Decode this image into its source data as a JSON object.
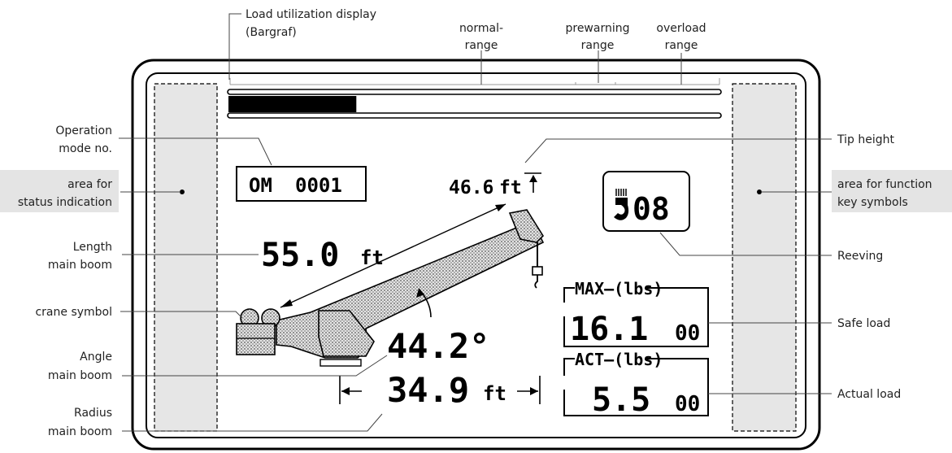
{
  "annotations": {
    "load_utilization_line1": "Load utilization display",
    "load_utilization_line2": "(Bargraf)",
    "normal_line1": "normal-",
    "normal_line2": "range",
    "prewarning_line1": "prewarning",
    "prewarning_line2": "range",
    "overload_line1": "overload",
    "overload_line2": "range",
    "operation_mode_line1": "Operation",
    "operation_mode_line2": "mode no.",
    "status_area_line1": "area for",
    "status_area_line2": "status indication",
    "length_line1": "Length",
    "length_line2": "main boom",
    "crane_symbol": "crane symbol",
    "angle_line1": "Angle",
    "angle_line2": "main boom",
    "radius_line1": "Radius",
    "radius_line2": "main boom",
    "tip_height": "Tip height",
    "function_key_line1": "area for function",
    "function_key_line2": "key symbols",
    "reeving": "Reeving",
    "safe_load": "Safe load",
    "actual_load": "Actual load"
  },
  "display": {
    "load_utilization": 0.26,
    "operation_mode_label": "OM",
    "operation_mode_value": "0001",
    "tip_height_value": "46.6",
    "tip_height_unit": "ft",
    "boom_length_value": "55.0",
    "boom_length_unit": "ft",
    "boom_angle_value": "44.2°",
    "radius_value": "34.9",
    "radius_unit": "ft",
    "reeving_value": "08",
    "max_label": "MAX—(lbs)",
    "max_value_main": "16.1",
    "max_value_sub": "00",
    "act_label": "ACT—(lbs)",
    "act_value_main": "5.5",
    "act_value_sub": "00"
  },
  "colors": {
    "side_area_fill": "#e6e6e6",
    "boom_fill": "#d0d0d0",
    "bar_fill": "#000000"
  }
}
